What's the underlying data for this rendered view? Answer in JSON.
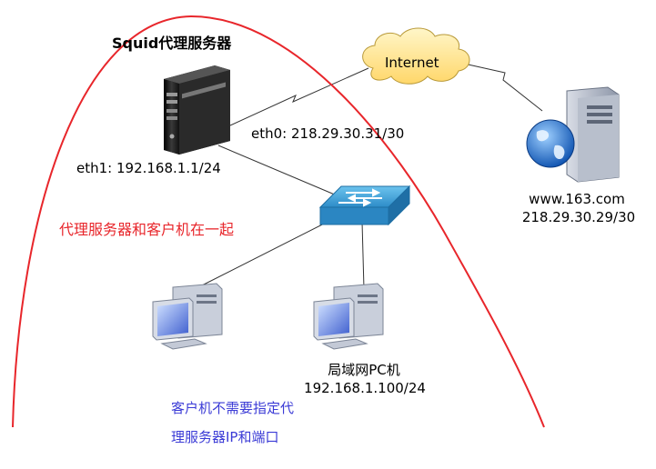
{
  "squid_label": "Squid代理服务器",
  "internet_label": "Internet",
  "eth0_label": "eth0: 218.29.30.31/30",
  "eth1_label": "eth1: 192.168.1.1/24",
  "web_server": {
    "host": "www.163.com",
    "ip": "218.29.30.29/30"
  },
  "note_red": "代理服务器和客户机在一起",
  "lan_pc": {
    "name": "局域网PC机",
    "ip": "192.168.1.100/24"
  },
  "note_blue": {
    "line1": "客户机不需要指定代",
    "line2": "理服务器IP和端口"
  },
  "colors": {
    "curve": "#e8262b",
    "red_text": "#e8262b",
    "blue_text": "#3b3bd6",
    "switch": "#2f8fcb",
    "cloud": "#ffe79a",
    "server": "#1a1a1a"
  },
  "icons": [
    "proxy-server-icon",
    "internet-cloud-icon",
    "web-server-globe-icon",
    "network-switch-icon",
    "client-pc-icon"
  ]
}
